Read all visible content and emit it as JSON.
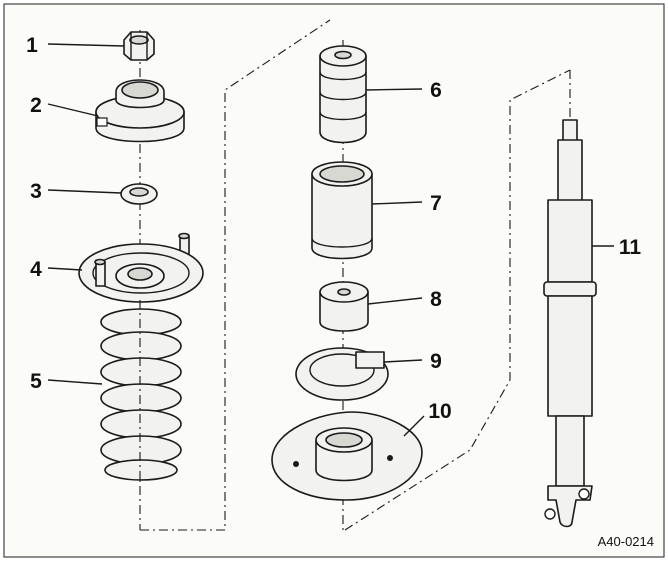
{
  "callouts": [
    "1",
    "2",
    "3",
    "4",
    "5",
    "6",
    "7",
    "8",
    "9",
    "10",
    "11"
  ],
  "figure_code": "A40-0214",
  "colors": {
    "ink": "#1a1a1a",
    "fill": "#f2f2ee",
    "frame": "#444444"
  }
}
